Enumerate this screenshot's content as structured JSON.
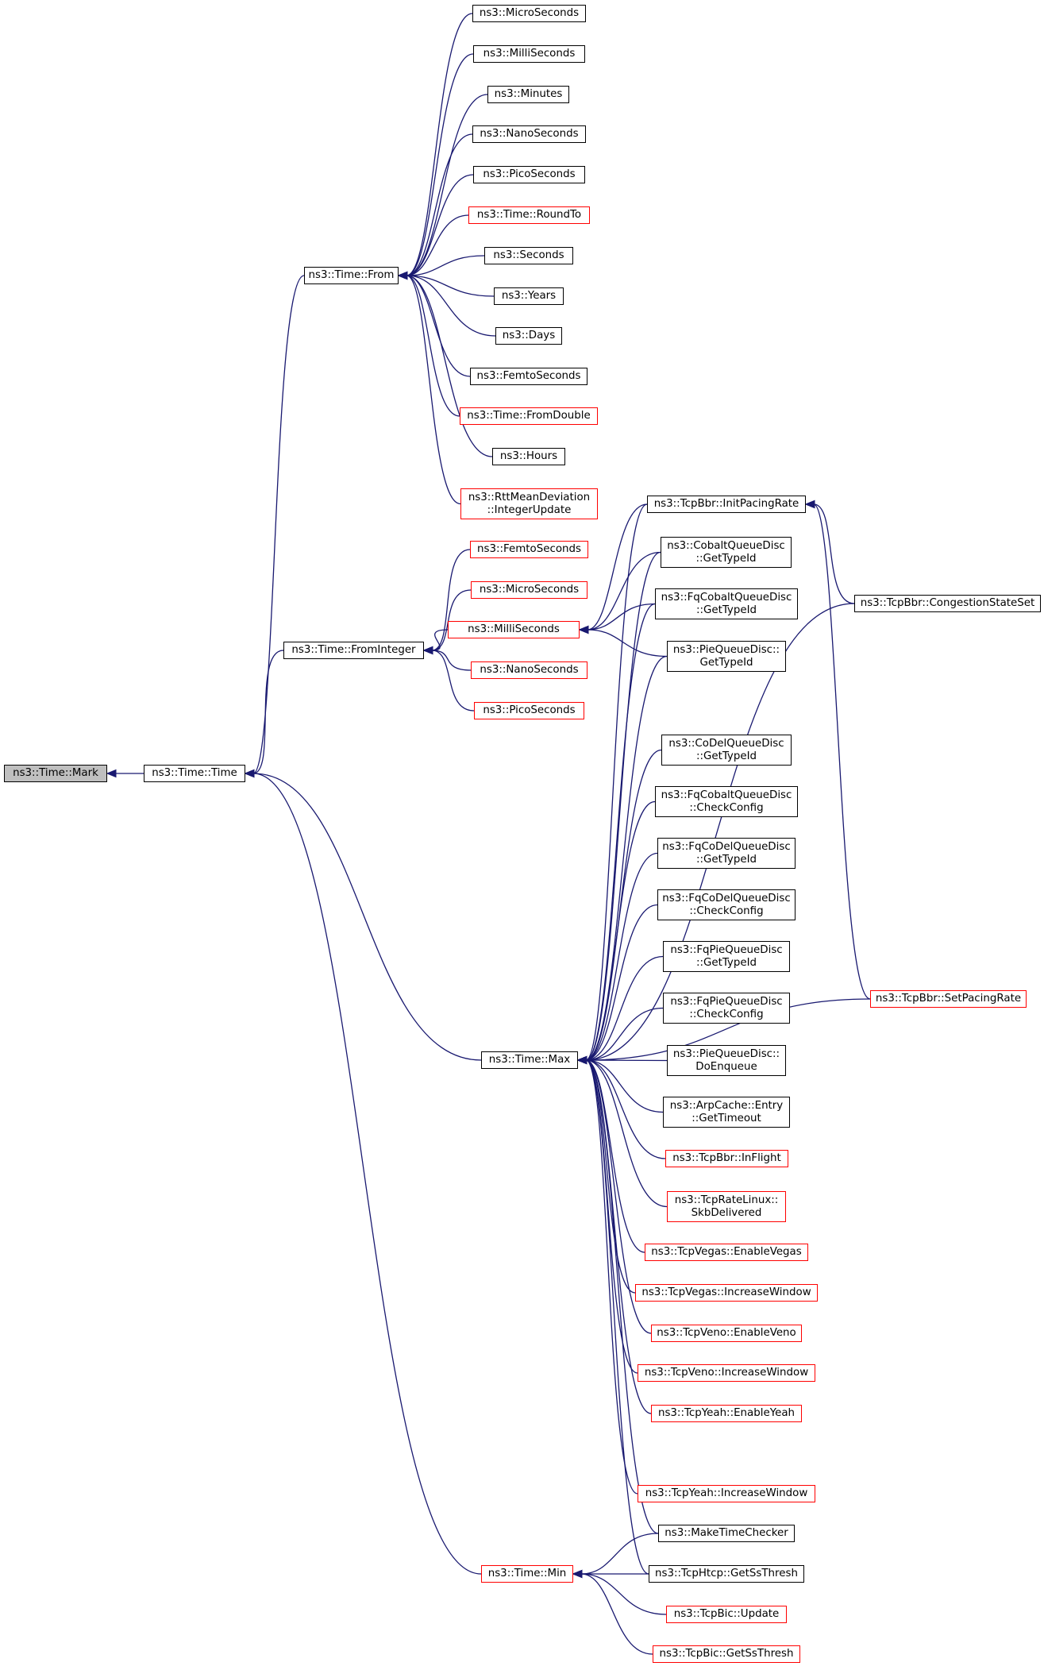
{
  "graph": {
    "colors": {
      "edge": "#191970",
      "node_border": "#000000",
      "node_border_incomplete": "#ff0000",
      "focus_fill": "#bfbfbf"
    },
    "nodes": [
      {
        "id": "mark",
        "lines": [
          "ns3::Time::Mark"
        ],
        "type": "focus"
      },
      {
        "id": "time",
        "lines": [
          "ns3::Time::Time"
        ],
        "type": "normal"
      },
      {
        "id": "from",
        "lines": [
          "ns3::Time::From"
        ],
        "type": "normal"
      },
      {
        "id": "fromint",
        "lines": [
          "ns3::Time::FromInteger"
        ],
        "type": "normal"
      },
      {
        "id": "max",
        "lines": [
          "ns3::Time::Max"
        ],
        "type": "normal"
      },
      {
        "id": "min",
        "lines": [
          "ns3::Time::Min"
        ],
        "type": "red"
      },
      {
        "id": "f_micro",
        "lines": [
          "ns3::MicroSeconds"
        ],
        "type": "normal"
      },
      {
        "id": "f_milli",
        "lines": [
          "ns3::MilliSeconds"
        ],
        "type": "normal"
      },
      {
        "id": "f_minutes",
        "lines": [
          "ns3::Minutes"
        ],
        "type": "normal"
      },
      {
        "id": "f_nano",
        "lines": [
          "ns3::NanoSeconds"
        ],
        "type": "normal"
      },
      {
        "id": "f_pico",
        "lines": [
          "ns3::PicoSeconds"
        ],
        "type": "normal"
      },
      {
        "id": "f_roundto",
        "lines": [
          "ns3::Time::RoundTo"
        ],
        "type": "red"
      },
      {
        "id": "f_seconds",
        "lines": [
          "ns3::Seconds"
        ],
        "type": "normal"
      },
      {
        "id": "f_years",
        "lines": [
          "ns3::Years"
        ],
        "type": "normal"
      },
      {
        "id": "f_days",
        "lines": [
          "ns3::Days"
        ],
        "type": "normal"
      },
      {
        "id": "f_femto",
        "lines": [
          "ns3::FemtoSeconds"
        ],
        "type": "normal"
      },
      {
        "id": "f_fromdouble",
        "lines": [
          "ns3::Time::FromDouble"
        ],
        "type": "red"
      },
      {
        "id": "f_hours",
        "lines": [
          "ns3::Hours"
        ],
        "type": "normal"
      },
      {
        "id": "f_rtt",
        "lines": [
          "ns3::RttMeanDeviation",
          "::IntegerUpdate"
        ],
        "type": "red"
      },
      {
        "id": "i_femto",
        "lines": [
          "ns3::FemtoSeconds"
        ],
        "type": "red"
      },
      {
        "id": "i_micro",
        "lines": [
          "ns3::MicroSeconds"
        ],
        "type": "red"
      },
      {
        "id": "i_milli",
        "lines": [
          "ns3::MilliSeconds"
        ],
        "type": "red"
      },
      {
        "id": "i_nano",
        "lines": [
          "ns3::NanoSeconds"
        ],
        "type": "red"
      },
      {
        "id": "i_pico",
        "lines": [
          "ns3::PicoSeconds"
        ],
        "type": "red"
      },
      {
        "id": "initpacing",
        "lines": [
          "ns3::TcpBbr::InitPacingRate"
        ],
        "type": "normal"
      },
      {
        "id": "cobalt_gettid",
        "lines": [
          "ns3::CobaltQueueDisc",
          "::GetTypeId"
        ],
        "type": "normal"
      },
      {
        "id": "fqcobalt_gettid",
        "lines": [
          "ns3::FqCobaltQueueDisc",
          "::GetTypeId"
        ],
        "type": "normal"
      },
      {
        "id": "pie_gettid",
        "lines": [
          "ns3::PieQueueDisc::",
          "GetTypeId"
        ],
        "type": "normal"
      },
      {
        "id": "congestion",
        "lines": [
          "ns3::TcpBbr::CongestionStateSet"
        ],
        "type": "normal"
      },
      {
        "id": "codel_gettid",
        "lines": [
          "ns3::CoDelQueueDisc",
          "::GetTypeId"
        ],
        "type": "normal"
      },
      {
        "id": "fqcobalt_check",
        "lines": [
          "ns3::FqCobaltQueueDisc",
          "::CheckConfig"
        ],
        "type": "normal"
      },
      {
        "id": "fqcodel_gettid",
        "lines": [
          "ns3::FqCoDelQueueDisc",
          "::GetTypeId"
        ],
        "type": "normal"
      },
      {
        "id": "fqcodel_check",
        "lines": [
          "ns3::FqCoDelQueueDisc",
          "::CheckConfig"
        ],
        "type": "normal"
      },
      {
        "id": "fqpie_gettid",
        "lines": [
          "ns3::FqPieQueueDisc",
          "::GetTypeId"
        ],
        "type": "normal"
      },
      {
        "id": "fqpie_check",
        "lines": [
          "ns3::FqPieQueueDisc",
          "::CheckConfig"
        ],
        "type": "normal"
      },
      {
        "id": "setpacing",
        "lines": [
          "ns3::TcpBbr::SetPacingRate"
        ],
        "type": "red"
      },
      {
        "id": "pie_enqueue",
        "lines": [
          "ns3::PieQueueDisc::",
          "DoEnqueue"
        ],
        "type": "normal"
      },
      {
        "id": "arp",
        "lines": [
          "ns3::ArpCache::Entry",
          "::GetTimeout"
        ],
        "type": "normal"
      },
      {
        "id": "inflight",
        "lines": [
          "ns3::TcpBbr::InFlight"
        ],
        "type": "red"
      },
      {
        "id": "skb",
        "lines": [
          "ns3::TcpRateLinux::",
          "SkbDelivered"
        ],
        "type": "red"
      },
      {
        "id": "vegas_en",
        "lines": [
          "ns3::TcpVegas::EnableVegas"
        ],
        "type": "red"
      },
      {
        "id": "vegas_inc",
        "lines": [
          "ns3::TcpVegas::IncreaseWindow"
        ],
        "type": "red"
      },
      {
        "id": "veno_en",
        "lines": [
          "ns3::TcpVeno::EnableVeno"
        ],
        "type": "red"
      },
      {
        "id": "veno_inc",
        "lines": [
          "ns3::TcpVeno::IncreaseWindow"
        ],
        "type": "red"
      },
      {
        "id": "yeah_en",
        "lines": [
          "ns3::TcpYeah::EnableYeah"
        ],
        "type": "red"
      },
      {
        "id": "yeah_inc",
        "lines": [
          "ns3::TcpYeah::IncreaseWindow"
        ],
        "type": "red"
      },
      {
        "id": "maketc",
        "lines": [
          "ns3::MakeTimeChecker"
        ],
        "type": "normal"
      },
      {
        "id": "htcp",
        "lines": [
          "ns3::TcpHtcp::GetSsThresh"
        ],
        "type": "normal"
      },
      {
        "id": "bic_update",
        "lines": [
          "ns3::TcpBic::Update"
        ],
        "type": "red"
      },
      {
        "id": "bic_ss",
        "lines": [
          "ns3::TcpBic::GetSsThresh"
        ],
        "type": "red"
      }
    ]
  }
}
